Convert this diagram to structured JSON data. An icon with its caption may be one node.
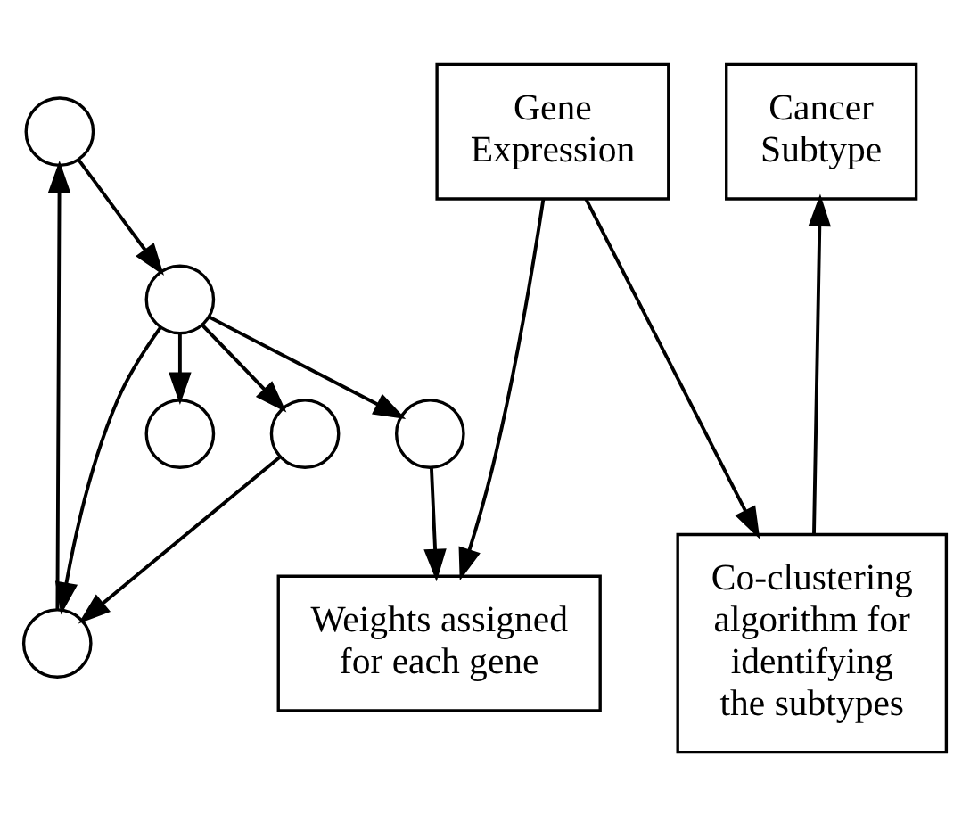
{
  "diagram": {
    "nodes": [
      {
        "text": [],
        "shape": "circle"
      },
      {
        "text": [],
        "shape": "circle"
      },
      {
        "text": [],
        "shape": "circle"
      },
      {
        "text": [],
        "shape": "circle"
      },
      {
        "text": [],
        "shape": "circle"
      },
      {
        "text": [],
        "shape": "circle"
      },
      {
        "text": [
          "Gene Expression"
        ]
      },
      {
        "text": [
          "Cancer Subtype"
        ]
      },
      {
        "text": [
          "Weights assigned for each gene"
        ]
      },
      {
        "text": [
          "Co-clustering algorithm for identifying the subtypes"
        ]
      }
    ],
    "edges": [
      {
        "from": 0,
        "to": 3,
        "arrow": "to"
      },
      {
        "from": 3,
        "to": 2,
        "arrow": "to"
      },
      {
        "from": 3,
        "to": 1,
        "arrow": "to"
      },
      {
        "from": 3,
        "to": 4,
        "arrow": "to"
      },
      {
        "from": 1,
        "to": 4,
        "arrow": "to"
      },
      {
        "from": 4,
        "to": 0,
        "arrow": "to"
      },
      {
        "from": 3,
        "to": 5,
        "arrow": "to"
      },
      {
        "from": 5,
        "to": 8,
        "arrow": "to"
      },
      {
        "from": 6,
        "to": 8,
        "arrow": "to"
      },
      {
        "from": 6,
        "to": 9,
        "arrow": "to"
      },
      {
        "from": 9,
        "to": 7,
        "arrow": "to"
      }
    ]
  }
}
